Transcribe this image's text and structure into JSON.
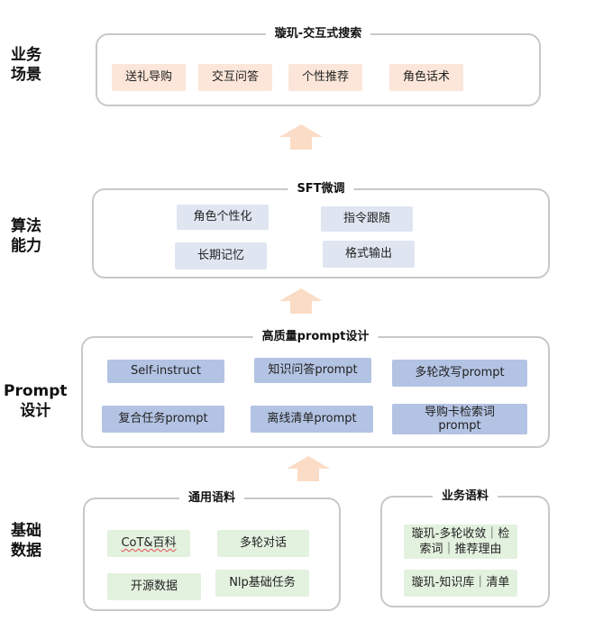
{
  "rows": {
    "business": {
      "label_line1": "业务",
      "label_line2": "场景"
    },
    "algorithm": {
      "label_line1": "算法",
      "label_line2": "能力"
    },
    "prompt": {
      "label_line1": "Prompt",
      "label_line2": "设计"
    },
    "data": {
      "label_line1": "基础",
      "label_line2": "数据"
    }
  },
  "scenario_panel": {
    "title": "璇玑-交互式搜索",
    "items": [
      "送礼导购",
      "交互问答",
      "个性推荐",
      "角色话术"
    ]
  },
  "sft_panel": {
    "title": "SFT微调",
    "items": [
      "角色个性化",
      "指令跟随",
      "长期记忆",
      "格式输出"
    ]
  },
  "prompt_panel": {
    "title": "高质量prompt设计",
    "items": [
      "Self-instruct",
      "知识问答prompt",
      "多轮改写prompt",
      "复合任务prompt",
      "离线清单prompt",
      "导购卡检索词\nprompt"
    ]
  },
  "general_corpus_panel": {
    "title": "通用语料",
    "items": [
      "CoT&百科",
      "多轮对话",
      "开源数据",
      "Nlp基础任务"
    ]
  },
  "business_corpus_panel": {
    "title": "业务语料",
    "items": [
      "璇玑-多轮收敛｜检\n索词｜推荐理由",
      "璇玑-知识库｜清单"
    ]
  },
  "colors": {
    "scenario_chip": "#fbe6d9",
    "sft_chip": "#dfe5f1",
    "prompt_chip": "#b3c3e3",
    "corpus_chip": "#e3f1df",
    "arrow": "#fbdcc6",
    "panel_border": "#c8c8c8"
  }
}
